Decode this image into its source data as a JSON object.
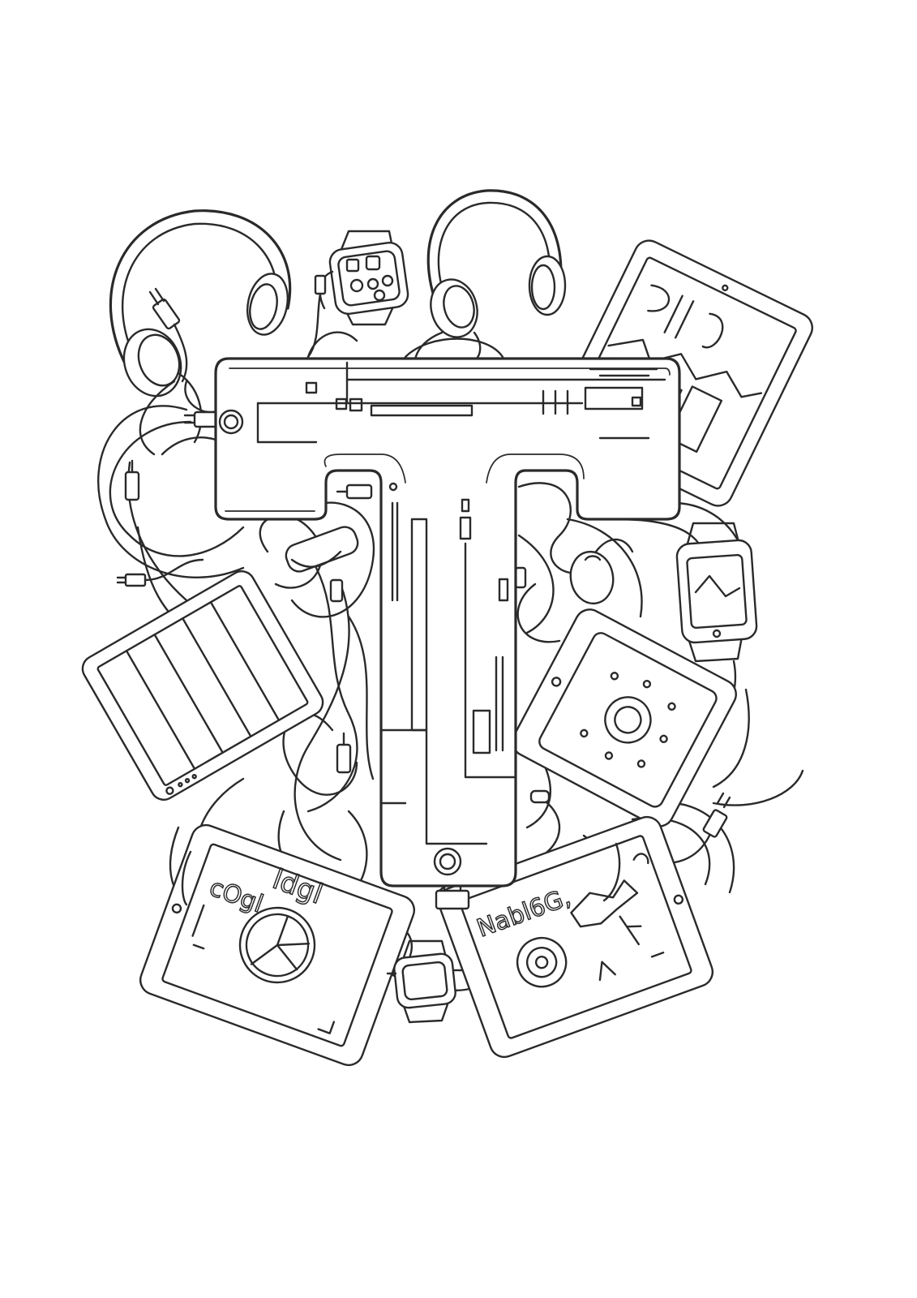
{
  "illustration": {
    "letter": "T",
    "style": "black-and-white line-art coloring page",
    "line_color": "#2a2a2a",
    "background_color": "#ffffff",
    "devices": [
      "headphones",
      "smartwatch",
      "tablet",
      "cable",
      "plug",
      "mouse"
    ]
  },
  "printed_marks": {
    "tablet_left_glyphs": "ldgl",
    "tablet_left_caption": "cOgl",
    "tablet_right_text": "Nabl6G,"
  }
}
